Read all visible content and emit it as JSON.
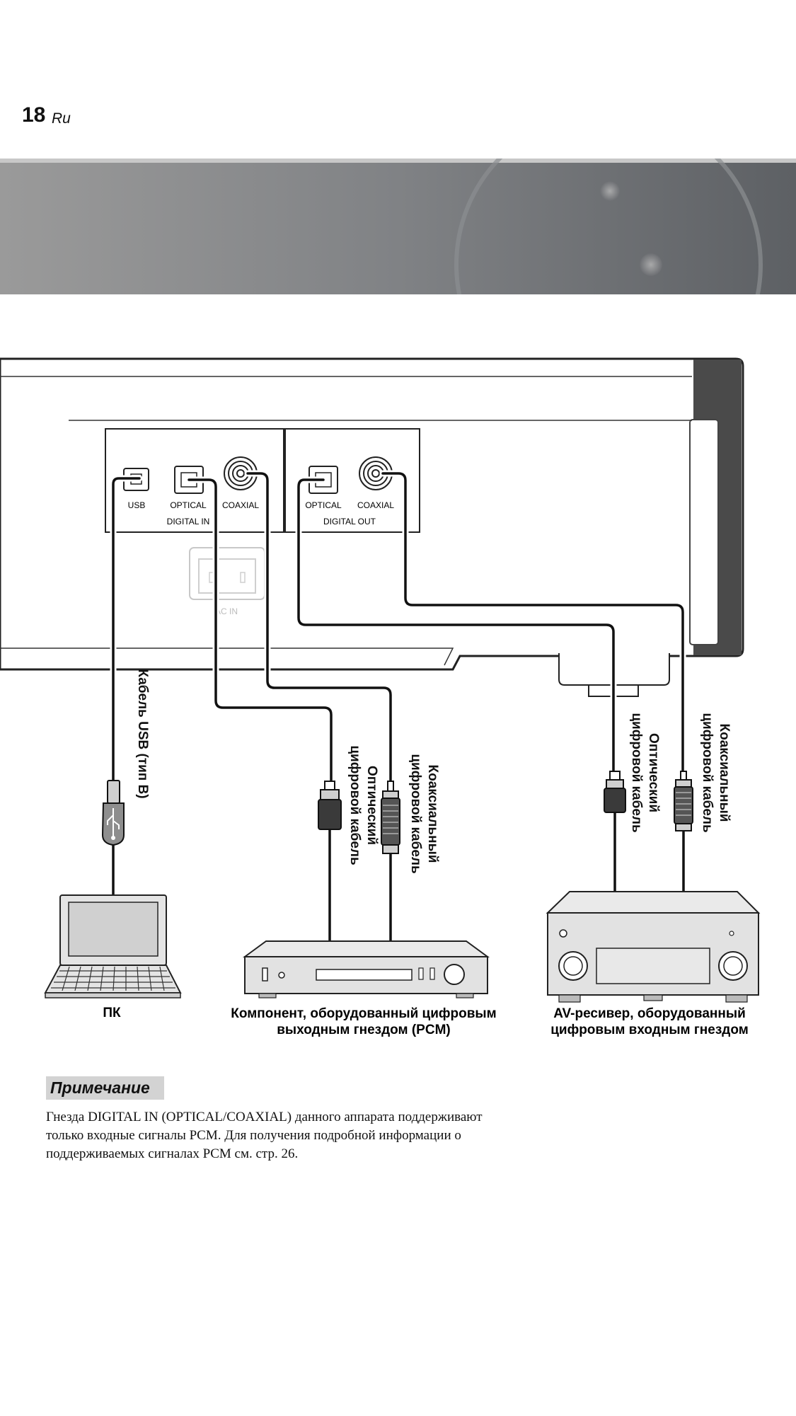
{
  "header": {
    "page_number": "18",
    "language": "Ru"
  },
  "diagram": {
    "panel_labels": {
      "usb": "USB",
      "optical_in": "OPTICAL",
      "coaxial_in": "COAXIAL",
      "digital_in": "DIGITAL IN",
      "optical_out": "OPTICAL",
      "coaxial_out": "COAXIAL",
      "digital_out": "DIGITAL OUT",
      "ac_in": "AC IN"
    },
    "cable_labels": {
      "usb": "Кабель USB (тип B)",
      "optical_in_line1": "Оптический",
      "optical_in_line2": "цифровой кабель",
      "coaxial_in_line1": "Коаксиальный",
      "coaxial_in_line2": "цифровой кабель",
      "optical_out_line1": "Оптический",
      "optical_out_line2": "цифровой кабель",
      "coaxial_out_line1": "Коаксиальный",
      "coaxial_out_line2": "цифровой кабель"
    },
    "devices": {
      "pc": "ПК",
      "component_line1": "Компонент, оборудованный цифровым",
      "component_line2": "выходным гнездом (PCM)",
      "receiver_line1": "AV-ресивер, оборудованный",
      "receiver_line2": "цифровым входным гнездом"
    }
  },
  "note": {
    "heading": "Примечание",
    "lines": [
      "Гнезда DIGITAL IN (OPTICAL/COAXIAL) данного аппарата поддерживают",
      "только входные сигналы PCM. Для получения подробной информации о",
      "поддерживаемых сигналах PCM см. стр. 26."
    ]
  }
}
